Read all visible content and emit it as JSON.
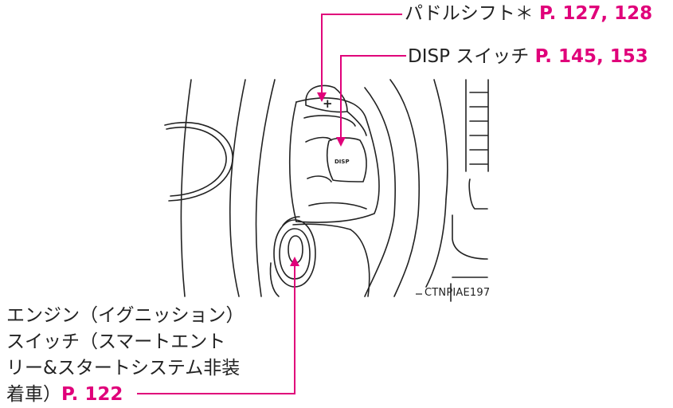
{
  "callouts": {
    "paddle_shift": {
      "text": "パドルシフト＊",
      "page_ref": "P. 127, 128"
    },
    "disp_switch": {
      "text": "DISP スイッチ",
      "page_ref": "P. 145, 153"
    },
    "engine_switch": {
      "lines": [
        "エンジン（イグニッション）",
        "スイッチ（スマートエント",
        "リー&スタートシステム非装"
      ],
      "last_line": "着車）",
      "page_ref": "P. 122"
    }
  },
  "illustration": {
    "plus_mark": "+",
    "disp_button_label": "DISP",
    "image_code": "CTNPIAE197"
  },
  "colors": {
    "leader_line": "#e0007a",
    "outline": "#222222"
  }
}
